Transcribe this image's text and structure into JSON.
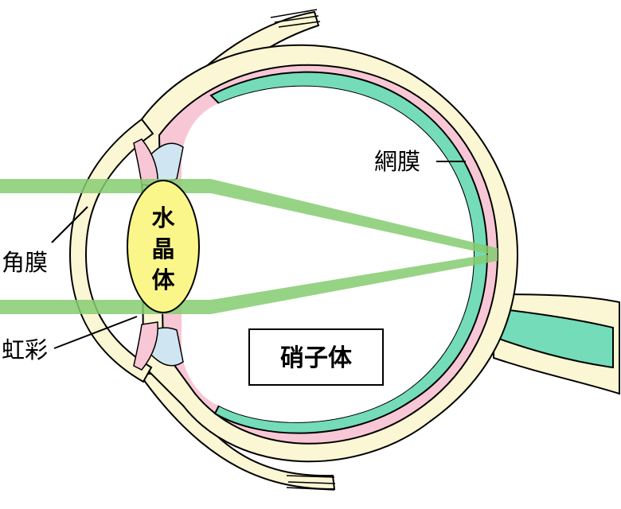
{
  "labels": {
    "retina": "網膜",
    "cornea": "角膜",
    "iris": "虹彩",
    "lens": [
      "水",
      "晶",
      "体"
    ],
    "vitreous": "硝子体"
  },
  "colors": {
    "sclera": "#fbf6d3",
    "choroid": "#f8c7d6",
    "retina": "#74dcb8",
    "lens": "#fbf68a",
    "ciliary": "#cfe6f2",
    "light_ray": "#86cc70",
    "optic_nerve": "#74dcb8",
    "outline": "#000000"
  }
}
